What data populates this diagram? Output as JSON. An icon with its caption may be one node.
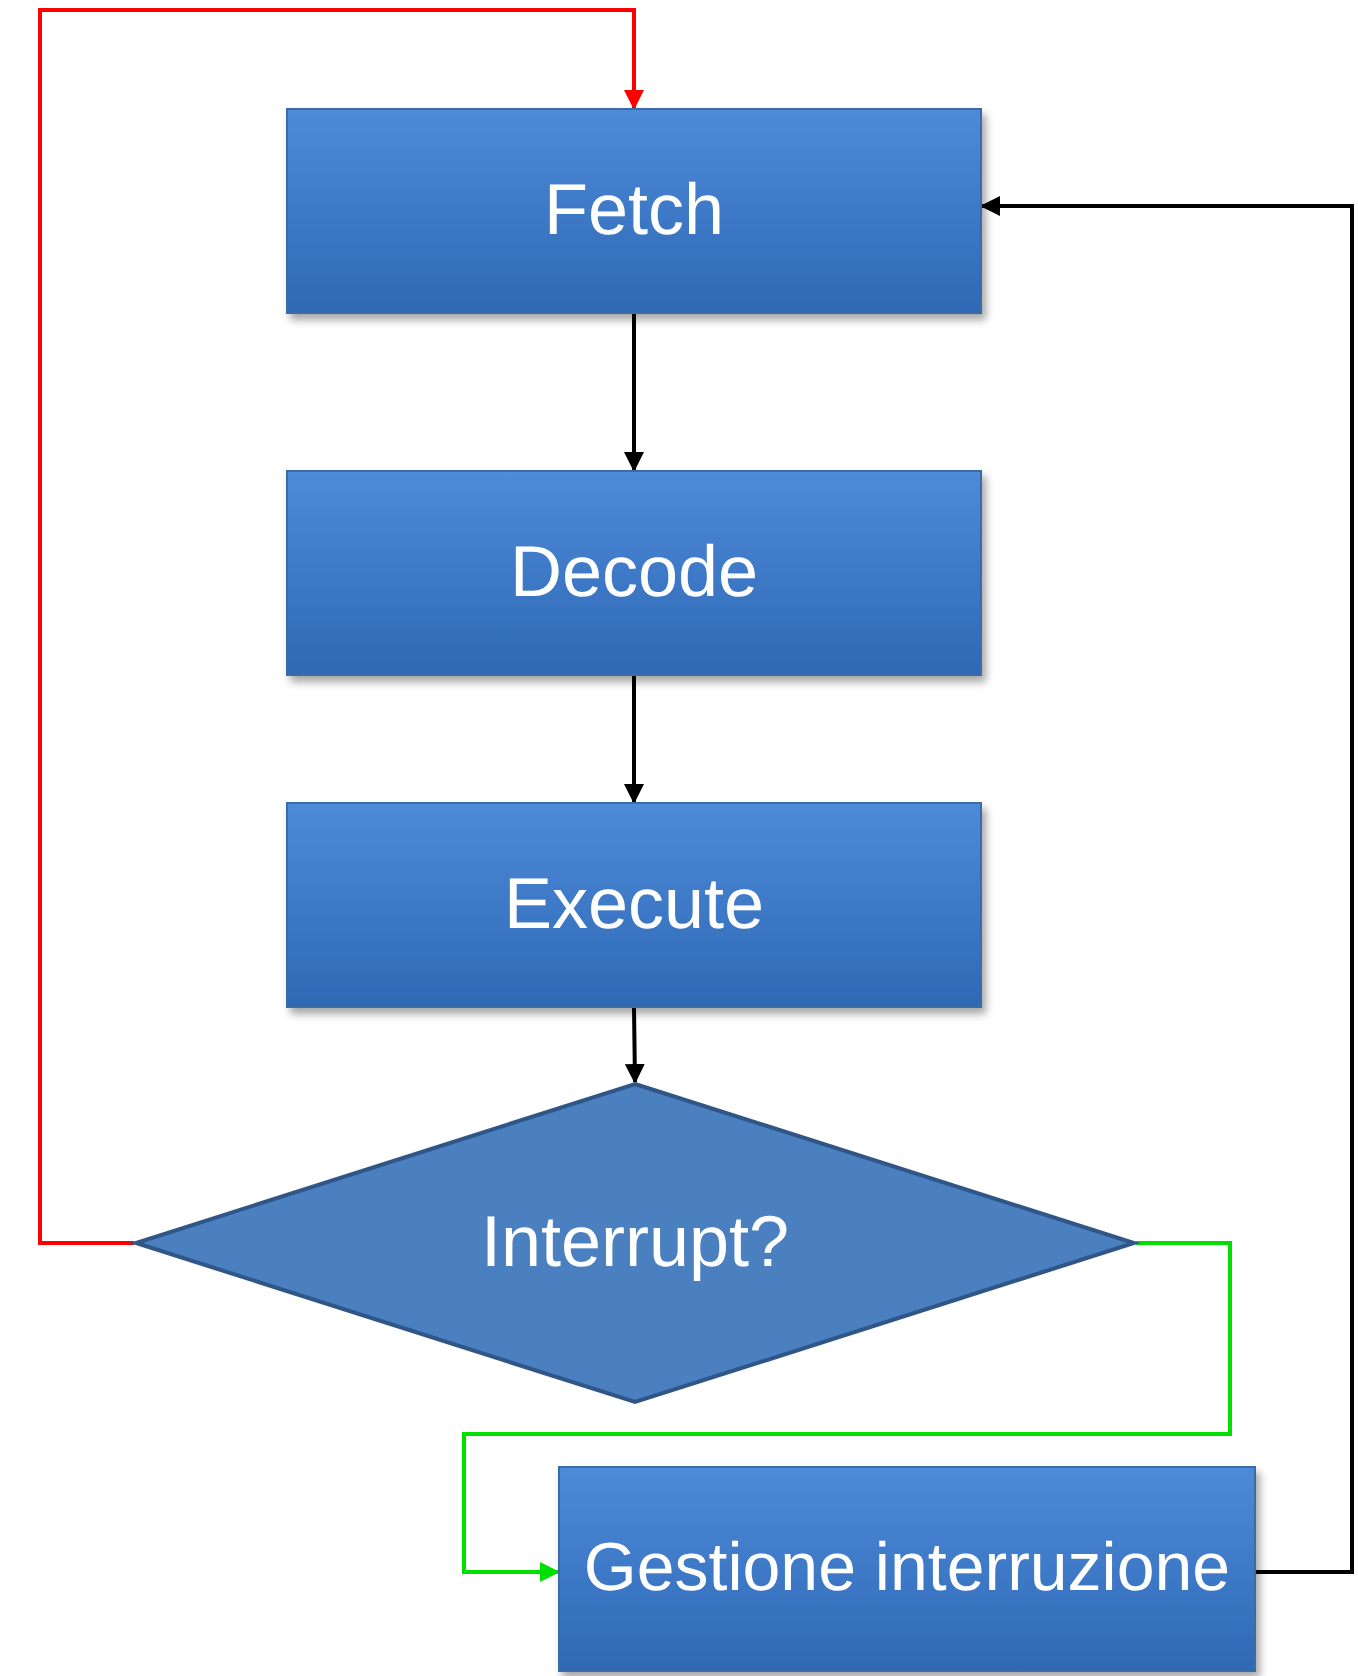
{
  "diagram": {
    "nodes": [
      {
        "text": [
          "Fetch"
        ]
      },
      {
        "text": [
          "Decode"
        ]
      },
      {
        "text": [
          "Execute"
        ]
      },
      {
        "text": [
          "Interrupt?"
        ]
      },
      {
        "text": [
          "Gestione interruzione"
        ]
      }
    ],
    "edges": [
      {
        "from": 0,
        "to": 1,
        "arrow": "to"
      },
      {
        "from": 1,
        "to": 2,
        "arrow": "to"
      },
      {
        "from": 2,
        "to": 3,
        "arrow": "to"
      },
      {
        "from": 3,
        "to": 0,
        "arrow": "to",
        "color": "#ff0000"
      },
      {
        "from": 3,
        "to": 4,
        "arrow": "to",
        "color": "#00e000"
      },
      {
        "from": 4,
        "to": 0,
        "arrow": "to"
      }
    ]
  }
}
